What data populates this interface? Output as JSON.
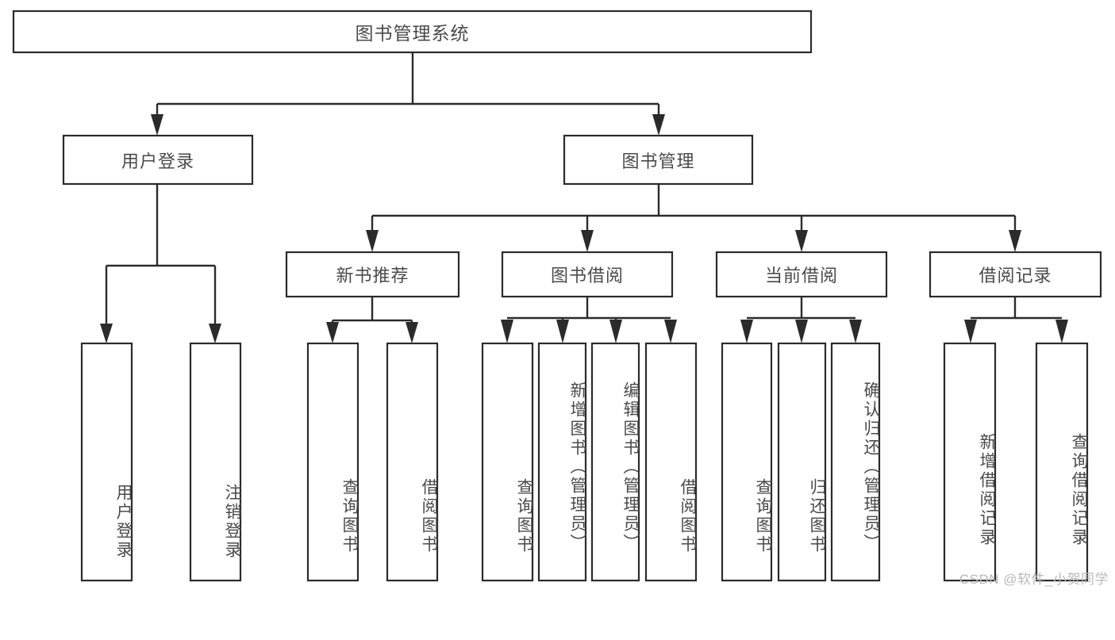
{
  "diagram": {
    "type": "tree-hierarchy-chart",
    "title": "图书管理系统",
    "colors": {
      "box_stroke": "#2b2b2b",
      "box_fill": "#ffffff",
      "text": "#4a4a4a",
      "connector": "#2b2b2b",
      "watermark": "#b9b9b9",
      "background": "#ffffff"
    },
    "levels": {
      "root": {
        "label": "图书管理系统",
        "orientation": "horizontal"
      },
      "level2": [
        {
          "label": "用户登录",
          "orientation": "horizontal"
        },
        {
          "label": "图书管理",
          "orientation": "horizontal"
        }
      ],
      "level3": [
        {
          "label": "新书推荐",
          "orientation": "horizontal"
        },
        {
          "label": "图书借阅",
          "orientation": "horizontal"
        },
        {
          "label": "当前借阅",
          "orientation": "horizontal"
        },
        {
          "label": "借阅记录",
          "orientation": "horizontal"
        }
      ],
      "leaves": {
        "user_login": [
          {
            "label": "用户登录",
            "orientation": "vertical"
          },
          {
            "label": "注销登录",
            "orientation": "vertical"
          }
        ],
        "new_book_recommend": [
          {
            "label": "查询图书",
            "orientation": "vertical"
          },
          {
            "label": "借阅图书",
            "orientation": "vertical"
          }
        ],
        "book_borrow": [
          {
            "label": "查询图书",
            "orientation": "vertical"
          },
          {
            "label": "新增图书（管理员）",
            "orientation": "vertical"
          },
          {
            "label": "编辑图书（管理员）",
            "orientation": "vertical"
          },
          {
            "label": "借阅图书",
            "orientation": "vertical"
          }
        ],
        "current_borrow": [
          {
            "label": "查询图书",
            "orientation": "vertical"
          },
          {
            "label": "归还图书",
            "orientation": "vertical"
          },
          {
            "label": "确认归还（管理员）",
            "orientation": "vertical"
          }
        ],
        "borrow_record": [
          {
            "label": "新增借阅记录",
            "orientation": "vertical"
          },
          {
            "label": "查询借阅记录",
            "orientation": "vertical"
          }
        ]
      }
    },
    "watermark": "CSDN @软件_小贺同学"
  }
}
